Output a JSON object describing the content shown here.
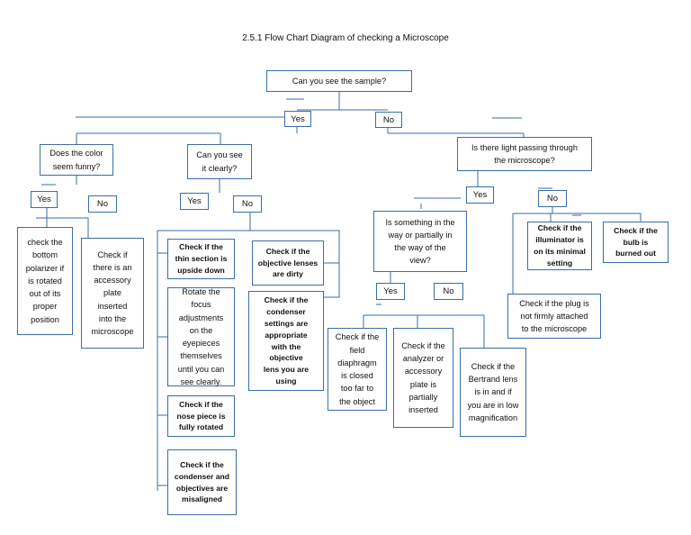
{
  "title": "2.5.1 Flow Chart Diagram of checking a Microscope",
  "nodes": {
    "root": "Can you see the sample?",
    "yes_root": "Yes",
    "no_root": "No",
    "color_q": "Does the color\nseem funny?",
    "clear_q": "Can you see\nit clearly?",
    "light_q": "Is there light passing through\nthe microscope?",
    "color_yes": "Yes",
    "color_no": "No",
    "clear_yes": "Yes",
    "clear_no": "No",
    "light_yes": "Yes",
    "light_no": "No",
    "polarizer": "check the\nbottom\npolarizer if\nis rotated\nout of its\nproper\nposition",
    "accessory": "Check if\nthere is an\naccessory\nplate\ninserted\ninto the\nmicroscope",
    "thin_section": "Check if the\nthin section is\nupside down",
    "rotate_focus": "Rotate the\nfocus\nadjustments\non the\neyepieces\nthemselves\nuntil you can\nsee clearly.",
    "nose_piece": "Check if the\nnose piece is\nfully rotated",
    "condenser_obj": "Check if the\ncondenser and\nobjectives are\nmisaligned",
    "objective_dirty": "Check if the\nobjective lenses\nare dirty",
    "condenser_settings": "Check if the\ncondenser\nsettings are\nappropriate\nwith the\nobjective\nlens you are\nusing",
    "in_way_q": "Is something in the\nway or partially in\nthe way of the\nview?",
    "in_way_yes": "Yes",
    "in_way_no": "No",
    "field_diaphragm": "Check if the\nfield\ndiaphragm\nis closed\ntoo far to\nthe object",
    "analyzer": "Check if the\nanalyzer or\naccessory\nplate is\npartially\ninserted",
    "bertrand": "Check if the\nBertrand lens\nis in and if\nyou are in low\nmagnification",
    "illuminator": "Check if the\nilluminator is\non its minimal\nsetting",
    "bulb": "Check if the\nbulb is\nburned out",
    "plug": "Check if the plug is\nnot firmly attached\nto the microscope"
  }
}
